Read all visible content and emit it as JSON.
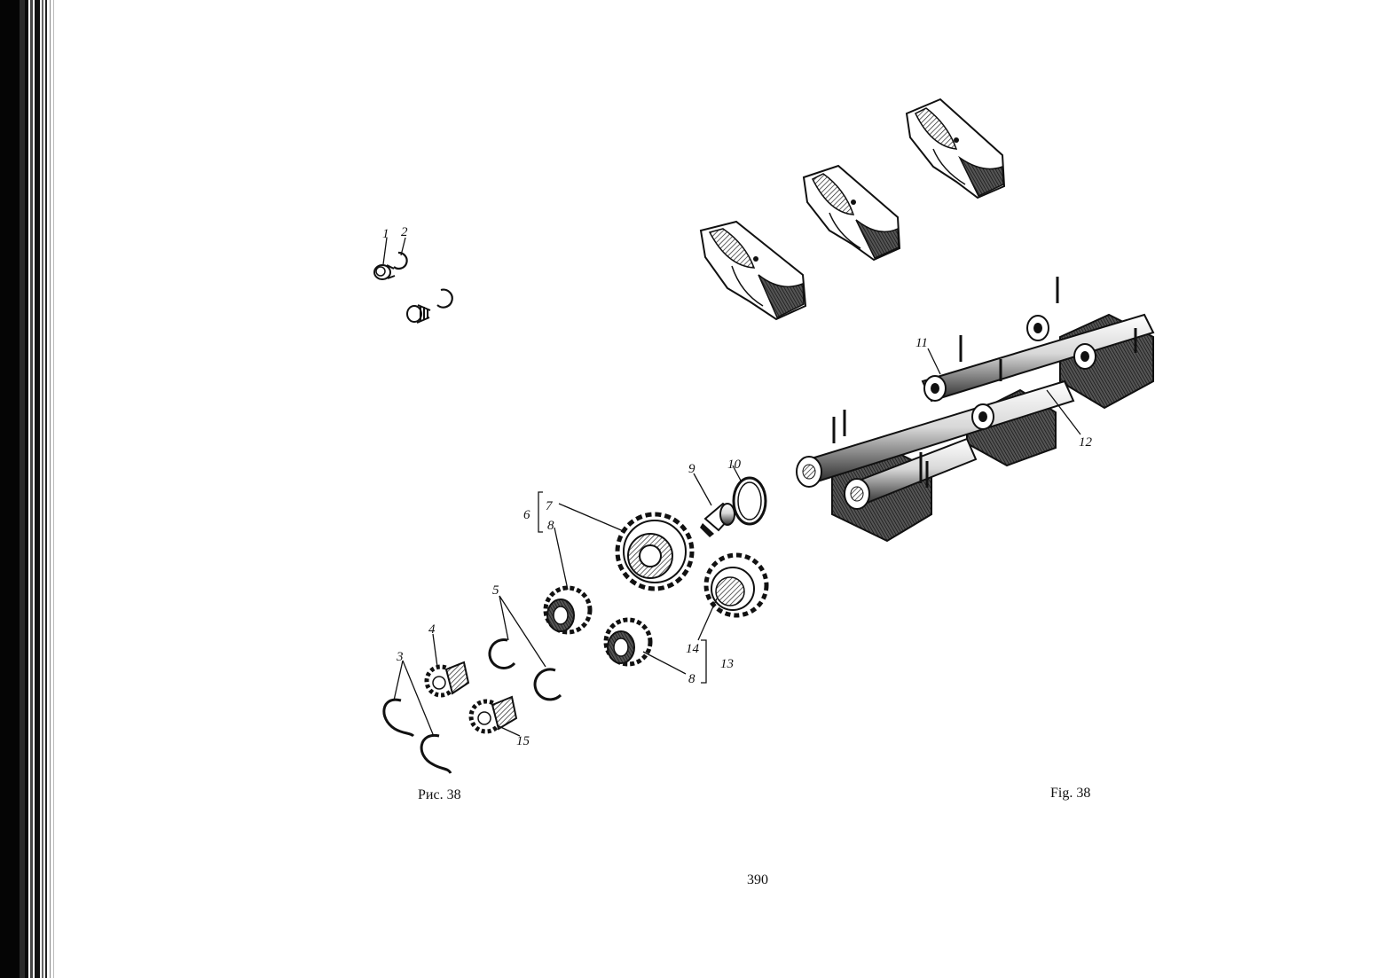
{
  "figure": {
    "caption_ru": "Рис. 38",
    "caption_en": "Fig. 38"
  },
  "page_number": "390",
  "callouts": [
    "1",
    "2",
    "3",
    "4",
    "5",
    "6",
    "7",
    "8",
    "8",
    "9",
    "10",
    "11",
    "12",
    "13",
    "14",
    "15"
  ],
  "colors": {
    "ink": "#111111",
    "paper": "#ffffff",
    "shade": "#3a3a3a"
  }
}
